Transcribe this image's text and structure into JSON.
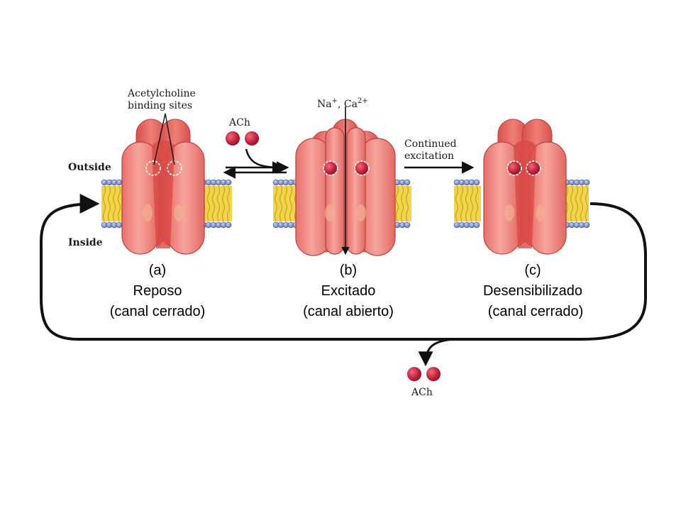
{
  "labels": {
    "binding_sites_line1": "Acetylcholine",
    "binding_sites_line2": "binding sites",
    "outside": "Outside",
    "inside": "Inside",
    "ach_top": "ACh",
    "ach_bottom": "ACh",
    "ions_na": "Na",
    "ions_na_sup": "+",
    "ions_sep": ", Ca",
    "ions_ca_sup": "2+",
    "continued_line1": "Continued",
    "continued_line2": "excitation"
  },
  "states": [
    {
      "letter": "(a)",
      "name": "Reposo",
      "status": "(canal cerrado)"
    },
    {
      "letter": "(b)",
      "name": "Excitado",
      "status": "(canal abierto)"
    },
    {
      "letter": "(c)",
      "name": "Desensibilizado",
      "status": "(canal cerrado)"
    }
  ],
  "colors": {
    "channel": "#f08f86",
    "channel_dark": "#d94a46",
    "channel_edge": "#b8403d",
    "membrane_tail": "#f2d54b",
    "lipid_head": "#6f86c7",
    "ach": "#c8243f",
    "lines": "#111111"
  }
}
